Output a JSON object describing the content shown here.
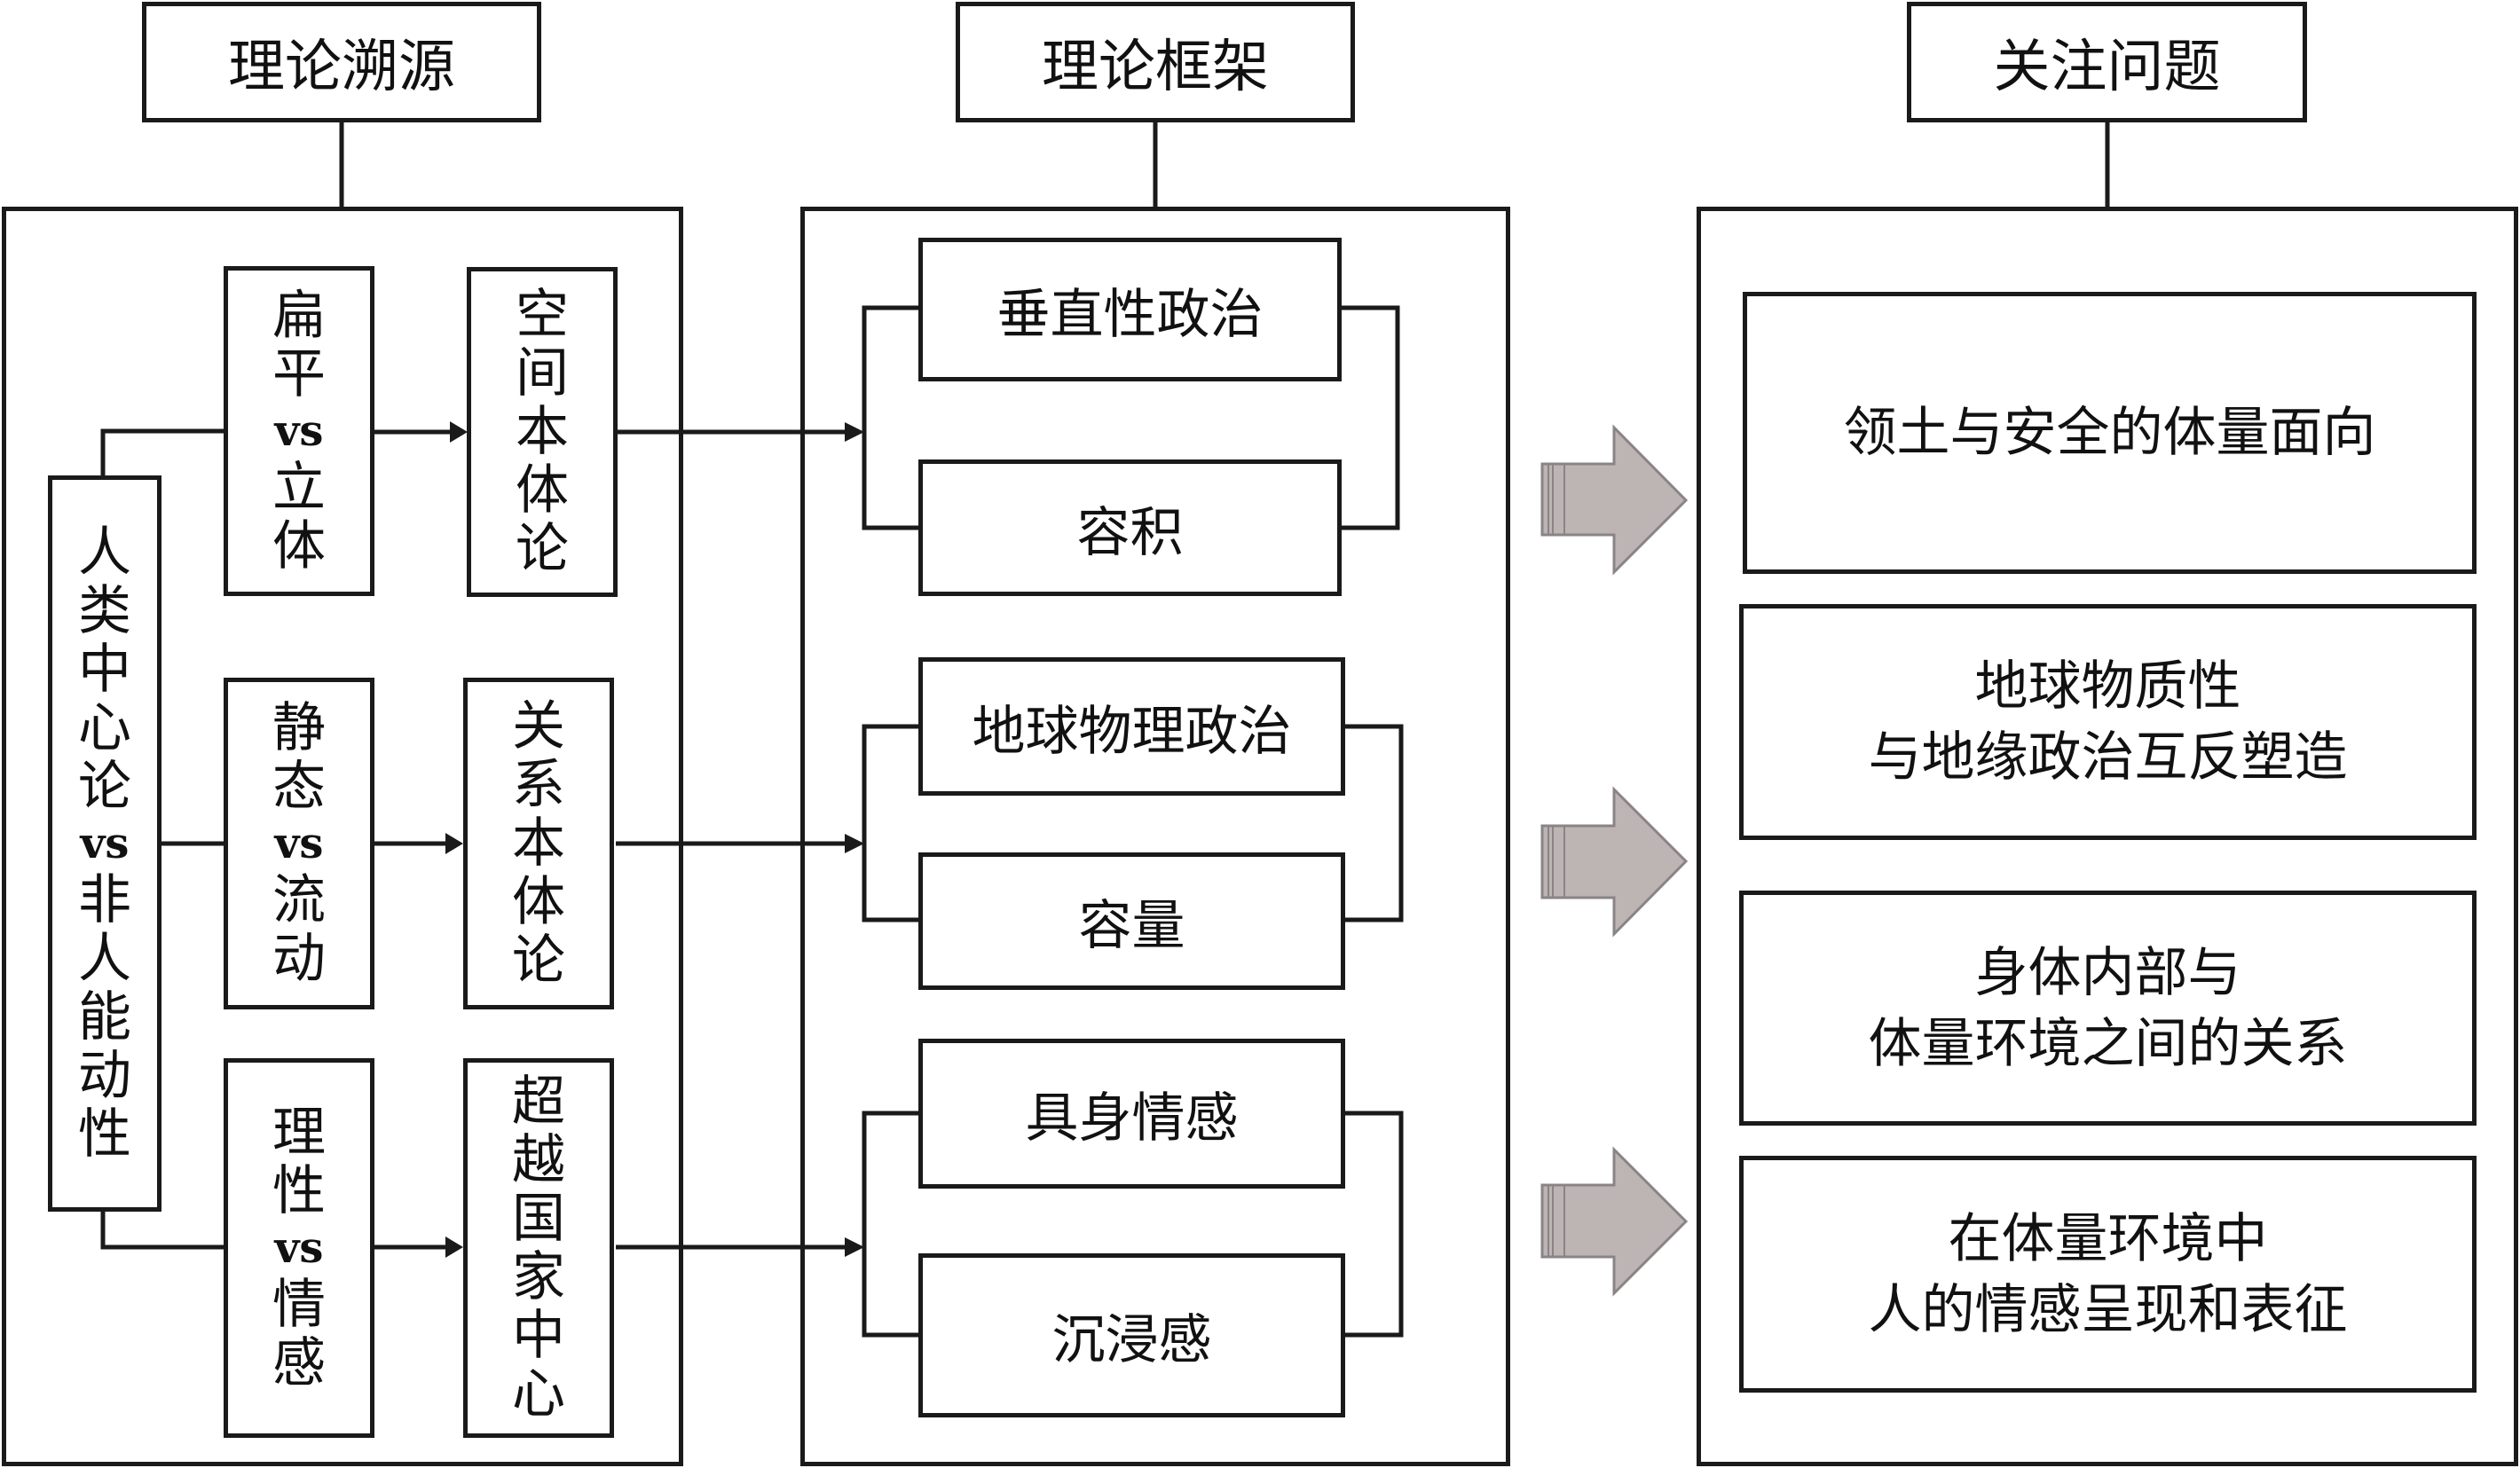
{
  "headers": {
    "origins": "理论溯源",
    "framework": "理论框架",
    "issues": "关注问题"
  },
  "origins": {
    "main": {
      "chars": [
        "人",
        "类",
        "中",
        "心",
        "论"
      ],
      "vs": "vs",
      "chars2": [
        "非",
        "人",
        "能",
        "动",
        "性"
      ]
    },
    "pairs": [
      {
        "a": [
          "扁",
          "平"
        ],
        "vs": "vs",
        "b": [
          "立",
          "体"
        ],
        "result": [
          "空",
          "间",
          "本",
          "体",
          "论"
        ]
      },
      {
        "a": [
          "静",
          "态"
        ],
        "vs": "vs",
        "b": [
          "流",
          "动"
        ],
        "result": [
          "关",
          "系",
          "本",
          "体",
          "论"
        ]
      },
      {
        "a": [
          "理",
          "性"
        ],
        "vs": "vs",
        "b": [
          "情",
          "感"
        ],
        "result": [
          "超",
          "越",
          "国",
          "家",
          "中",
          "心"
        ]
      }
    ]
  },
  "framework": {
    "groups": [
      {
        "top": "垂直性政治",
        "bottom": "容积"
      },
      {
        "top": "地球物理政治",
        "bottom": "容量"
      },
      {
        "top": "具身情感",
        "bottom": "沉浸感"
      }
    ]
  },
  "issues": {
    "items": [
      {
        "lines": [
          "领土与安全的体量面向"
        ]
      },
      {
        "lines": [
          "地球物质性",
          "与地缘政治互反塑造"
        ]
      },
      {
        "lines": [
          "身体内部与",
          "体量环境之间的关系"
        ]
      },
      {
        "lines": [
          "在体量环境中",
          "人的情感呈现和表征"
        ]
      }
    ]
  },
  "colors": {
    "line": "#1a1a1a",
    "arrow_fill": "#bdb5b3",
    "arrow_stroke": "#8a8486"
  }
}
